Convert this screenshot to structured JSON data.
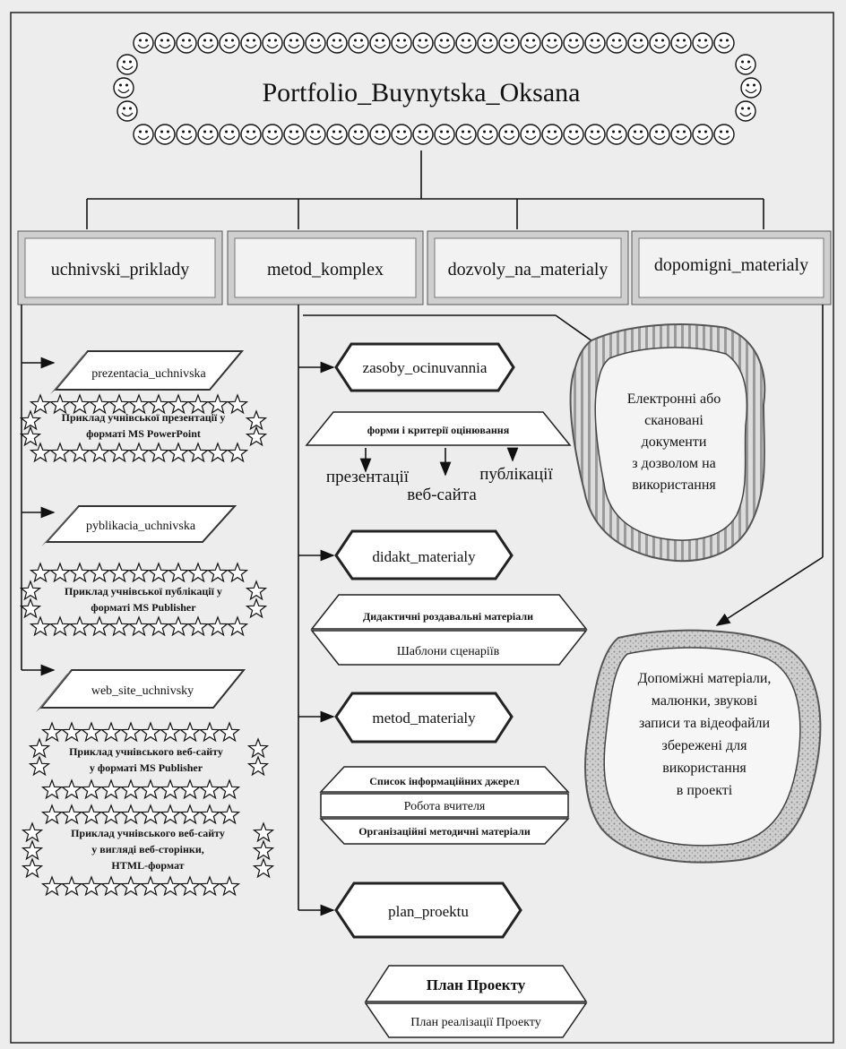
{
  "title": "Portfolio_Buynytska_Oksana",
  "categories": [
    "uchnivski_priklady",
    "metod_komplex",
    "dozvoly_na_materialy",
    "dopomigni_materialy"
  ],
  "student_items": [
    {
      "label": "prezentacia_uchnivska",
      "desc": [
        "Приклад учнівської презентації у",
        "форматі MS PowerPoint"
      ]
    },
    {
      "label": "pyblikacia_uchnivska",
      "desc": [
        "Приклад учнівської публікації у",
        "форматі MS Publisher"
      ]
    },
    {
      "label": "web_site_uchnivsky",
      "desc": [
        "Приклад учнівського веб-сайту",
        "у форматі MS Publisher"
      ],
      "desc2": [
        "Приклад учнівського веб-сайту",
        "у вигляді веб-сторінки,",
        "HTML-формат"
      ]
    }
  ],
  "method_items": {
    "assessment": {
      "label": "zasoby_ocinuvannia",
      "sub": "форми і критерії оцінювання",
      "kinds": [
        "презентації",
        "веб-сайта",
        "публікації"
      ]
    },
    "didactic": {
      "label": "didakt_materialy",
      "subs": [
        "Дидактичні роздавальні матеріали",
        "Шаблони сценаріїв"
      ]
    },
    "methodical": {
      "label": "metod_materialy",
      "subs": [
        "Список інформаційних джерел",
        "Робота вчителя",
        "Організаційні методичні матеріали"
      ]
    },
    "plan": {
      "label": "plan_proektu",
      "subs": [
        "План Проекту",
        "План реалізації Проекту"
      ]
    }
  },
  "permissions_text": [
    "Електронні або",
    "скановані",
    "документи",
    "з дозволом на",
    "використання"
  ],
  "auxiliary_text": [
    "Допоміжні матеріали,",
    "малюнки, звукові",
    "записи та відеофайли",
    "збережені для",
    "використання",
    "в проекті"
  ]
}
